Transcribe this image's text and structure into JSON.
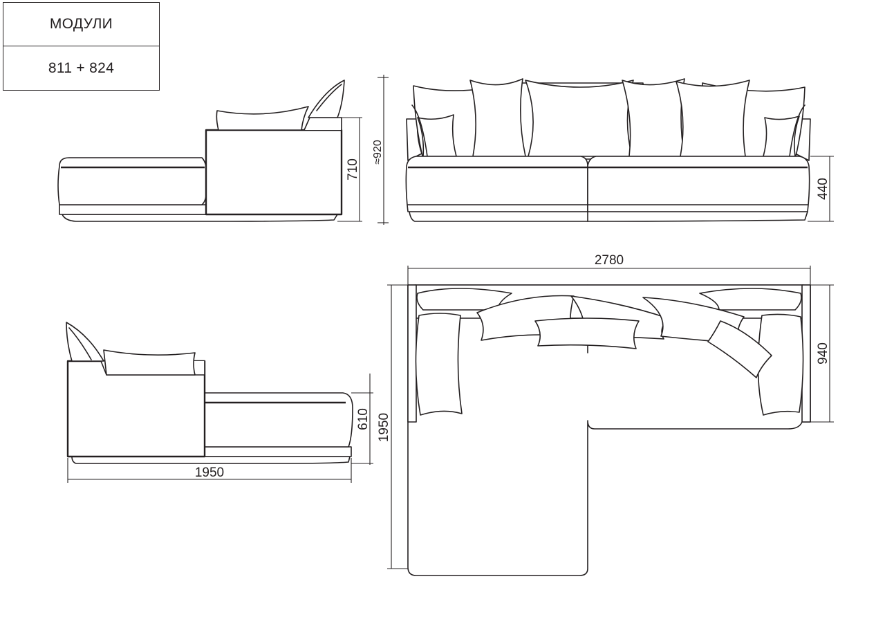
{
  "info": {
    "header": "МОДУЛИ",
    "modules": "811 + 824"
  },
  "dimensions": {
    "side_height": "710",
    "overall_height": "≈920",
    "seat_height": "440",
    "total_width": "2780",
    "depth": "940",
    "chaise_length_plan": "1950",
    "chaise_length_side": "1950",
    "chaise_seat_height": "610"
  },
  "colors": {
    "line": "#231f20",
    "background": "#ffffff"
  }
}
